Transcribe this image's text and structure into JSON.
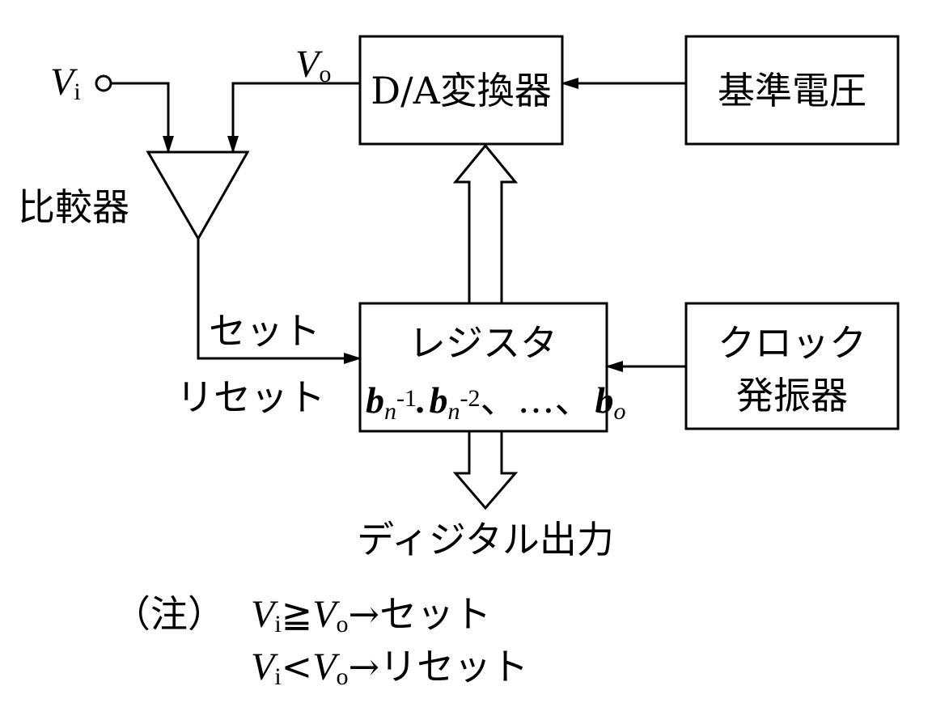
{
  "blocks": {
    "dac": "D/A変換器",
    "vref": "基準電圧",
    "register": "レジスタ",
    "register_bits": {
      "b1": "b",
      "b1_sub": "n",
      "b1_sup": "-1",
      "sep1": ".",
      "b2": "b",
      "b2_sub": "n",
      "b2_sup": "-2",
      "sep2": "、…、",
      "b3": "b",
      "b3_sub": "o"
    },
    "clock_line1": "クロック",
    "clock_line2": "発振器"
  },
  "labels": {
    "vi": "V",
    "vi_sub": "i",
    "vo": "V",
    "vo_sub": "o",
    "comparator": "比較器",
    "set": "セット",
    "reset": "リセット",
    "digital_output": "ディジタル出力"
  },
  "note": {
    "prefix": "（注）",
    "line1": {
      "v1": "V",
      "v1_sub": "i",
      "rel": "≧",
      "v2": "V",
      "v2_sub": "o",
      "result": "→セット"
    },
    "line2": {
      "v1": "V",
      "v1_sub": "i",
      "rel": "<",
      "v2": "V",
      "v2_sub": "o",
      "result": "→リセット"
    }
  }
}
